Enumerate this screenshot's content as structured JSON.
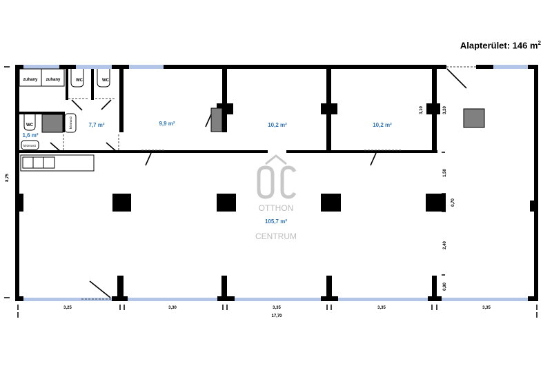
{
  "title": {
    "text": "Alapterület: 146 m",
    "sup": "2"
  },
  "rooms": {
    "room_77": "7,7 m²",
    "room_16": "1,6 m²",
    "room_99": "9,9 m²",
    "room_102a": "10,2 m²",
    "room_102b": "10,2 m²",
    "main": "105,7 m²"
  },
  "fixtures": {
    "shower1": "zuhany",
    "shower2": "zuhany",
    "wc1": "WC",
    "wc2": "WC",
    "wc3": "WC",
    "sink1": "kézmosó",
    "sink2": "kézmosó"
  },
  "dimensions": {
    "left_height": "8,75",
    "right_top_a": "3,10",
    "right_top_b": "3,20",
    "right_150": "1,50",
    "right_070": "0,70",
    "right_240": "2,40",
    "right_090": "0,90",
    "bottom": [
      "3,25",
      "3,30",
      "3,35",
      "3,35",
      "3,35"
    ],
    "total_width": "17,70"
  },
  "watermark": {
    "line1": "OTTHON",
    "line2": "CENTRUM"
  }
}
